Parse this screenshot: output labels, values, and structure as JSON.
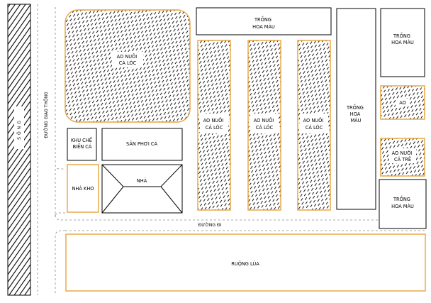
{
  "colors": {
    "pond_border": "#e8a33d",
    "outline": "#000000",
    "road_dash": "#8a8a8a",
    "background": "#ffffff"
  },
  "river": {
    "label": "SÔNG"
  },
  "roads": {
    "main_road": "ĐƯỜNG GIAO THÔNG",
    "walkway": "ĐƯỜNG ĐI"
  },
  "areas": {
    "big_pond": [
      "AO NUÔI",
      "CÁ LÓC"
    ],
    "crop_top": [
      "TRỒNG",
      "HOA MÀU"
    ],
    "narrow_pond_1": [
      "AO NUÔI",
      "CÁ LÓC"
    ],
    "narrow_pond_2": [
      "AO NUÔI",
      "CÁ LÓC"
    ],
    "narrow_pond_3": [
      "AO NUÔI",
      "CÁ LÓC"
    ],
    "crop_middle": [
      "TRỒNG",
      "HOA",
      "MÀU"
    ],
    "crop_right_top": [
      "TRỒNG",
      "HOA MÀU"
    ],
    "small_pond": "AO",
    "juvenile_pond": [
      "AO NUÔI",
      "CÁ TRÊ"
    ],
    "crop_right_bottom": [
      "TRỒNG",
      "HOA MÀU"
    ],
    "processing": [
      "KHU CHẾ",
      "BIẾN CÁ"
    ],
    "drying_yard": "SÂN PHƠI CÁ",
    "warehouse": "NHÀ KHO",
    "house": "NHÀ",
    "rice_field": "RUỘNG LÚA"
  }
}
